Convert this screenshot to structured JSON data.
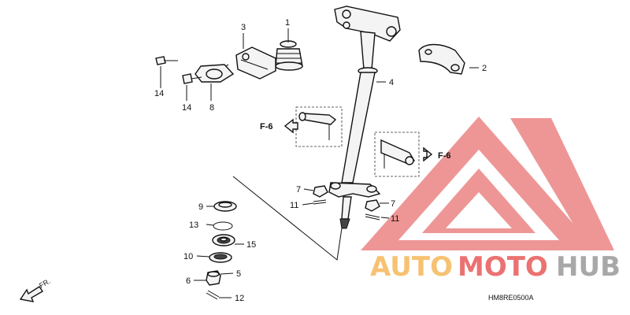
{
  "callouts": {
    "p1": "1",
    "p2": "2",
    "p3": "3",
    "p4": "4",
    "p5": "5",
    "p6": "6",
    "p7a": "7",
    "p7b": "7",
    "p8": "8",
    "p9": "9",
    "p10": "10",
    "p11a": "11",
    "p11b": "11",
    "p12": "12",
    "p13": "13",
    "p14a": "14",
    "p14b": "14",
    "p15": "15"
  },
  "references": {
    "left": "F-6",
    "right": "F-6"
  },
  "front_arrow": "FR.",
  "diagram_code": "HM8RE0500A",
  "watermark": {
    "brand_part1": "AUTO",
    "brand_part2": "MOTO",
    "brand_part3": "HUB",
    "color_orange": "#f5b85a",
    "color_red": "#e85a5a",
    "color_gray": "#9a9a9a",
    "logo_color": "#e86a6a"
  }
}
